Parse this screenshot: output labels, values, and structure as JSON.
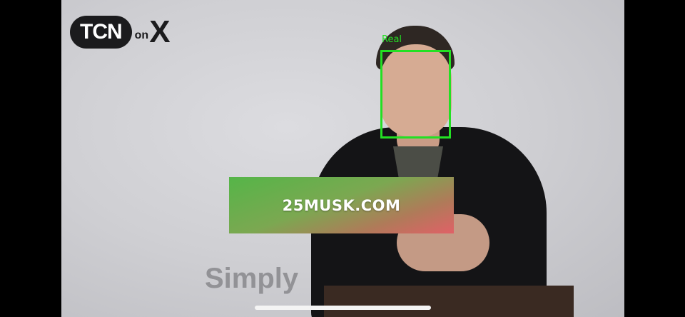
{
  "logo": {
    "main": "TCN",
    "on": "on",
    "x": "X"
  },
  "detection": {
    "label": "Real",
    "color": "#23e023"
  },
  "banner": {
    "text": "25MUSK.COM"
  },
  "caption": {
    "text": "Simply"
  }
}
